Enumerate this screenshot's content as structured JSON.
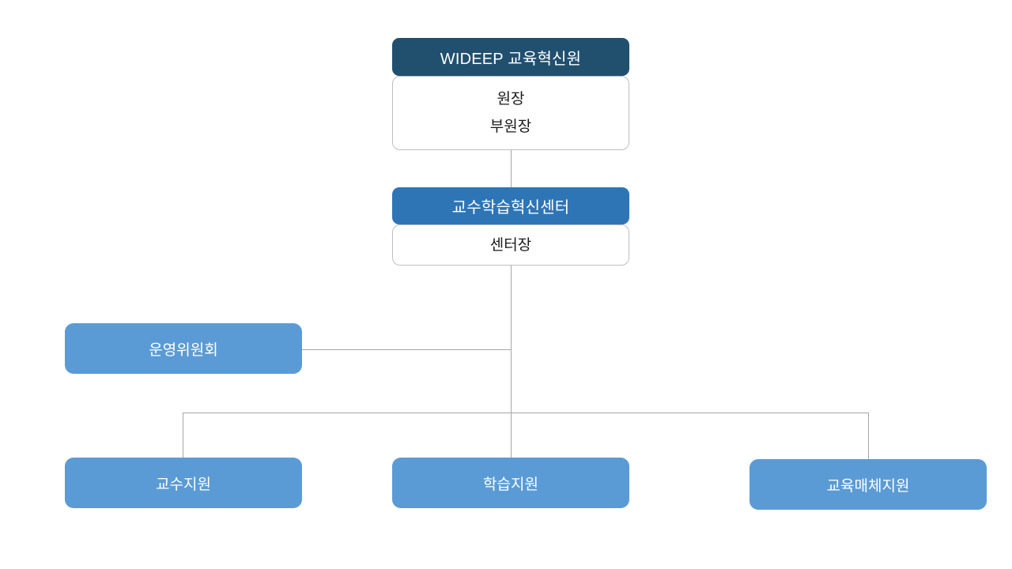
{
  "org_chart": {
    "type": "organization-chart",
    "colors": {
      "header_navy": "#21506F",
      "header_blue": "#2E75B6",
      "leaf_blue": "#5B9BD5",
      "connector": "#a6a6a6",
      "body_background": "#ffffff",
      "body_border": "#bfbfbf",
      "header_text": "#ffffff",
      "body_text": "#1a1a1a"
    },
    "root": {
      "header": "WIDEEP 교육혁신원",
      "roles": [
        "원장",
        "부원장"
      ]
    },
    "center": {
      "header": "교수학습혁신센터",
      "roles": [
        "센터장"
      ]
    },
    "committee": {
      "label": "운영위원회"
    },
    "teams": [
      {
        "label": "교수지원"
      },
      {
        "label": "학습지원"
      },
      {
        "label": "교육매체지원"
      }
    ]
  }
}
